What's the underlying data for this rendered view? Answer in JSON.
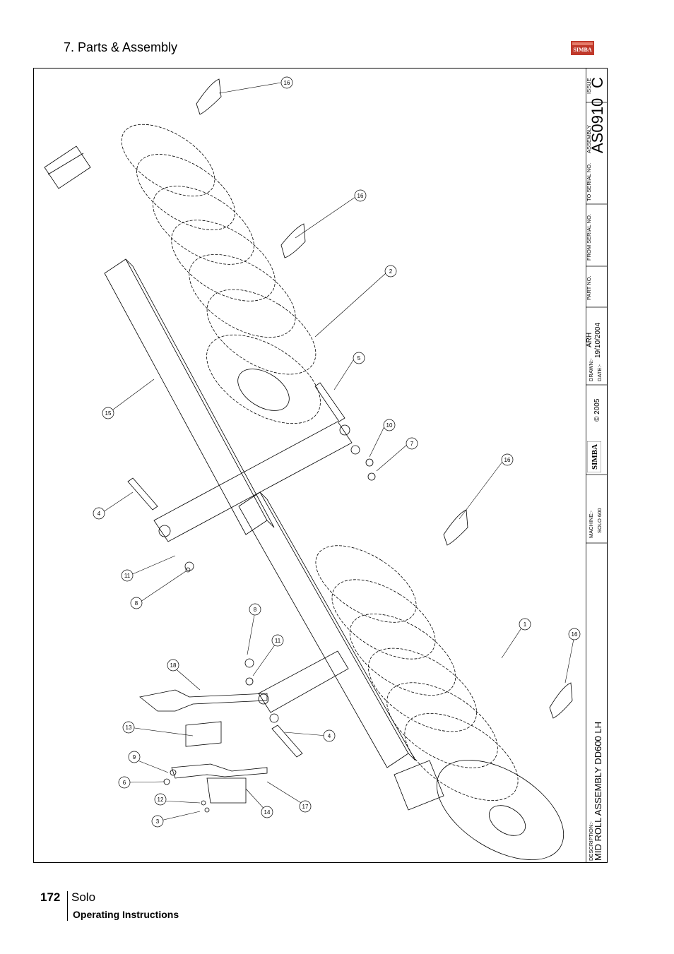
{
  "header": {
    "section_title": "7. Parts & Assembly",
    "brand": "SIMBA"
  },
  "drawing": {
    "callouts": [
      "16",
      "16",
      "2",
      "5",
      "15",
      "10",
      "7",
      "16",
      "4",
      "11",
      "8",
      "1",
      "16",
      "8",
      "11",
      "18",
      "13",
      "4",
      "9",
      "6",
      "12",
      "3",
      "14",
      "17"
    ]
  },
  "title_block": {
    "description_label": "DESCRIPTION:-",
    "description": "MID ROLL ASSEMBLY DD600 LH",
    "machine_label": "MACHINE:-",
    "machine": "SOLO 600",
    "brand": "SIMBA",
    "copyright": "© 2005",
    "drawn_label": "DRAWN:-",
    "drawn_by": "ARH",
    "date_label": "DATE:-",
    "date": "19/10/2004",
    "part_no_label": "PART NO.",
    "from_serial_label": "FROM SERIAL NO.",
    "to_serial_label": "TO SERIAL NO.",
    "assembly_label": "ASSEMBLY",
    "issue_label": "ISSUE",
    "assembly_no": "AS0910",
    "issue": "C"
  },
  "footer": {
    "page_number": "172",
    "product": "Solo",
    "subtitle": "Operating Instructions"
  },
  "colors": {
    "line": "#000000",
    "logo_red": "#c0392b"
  }
}
